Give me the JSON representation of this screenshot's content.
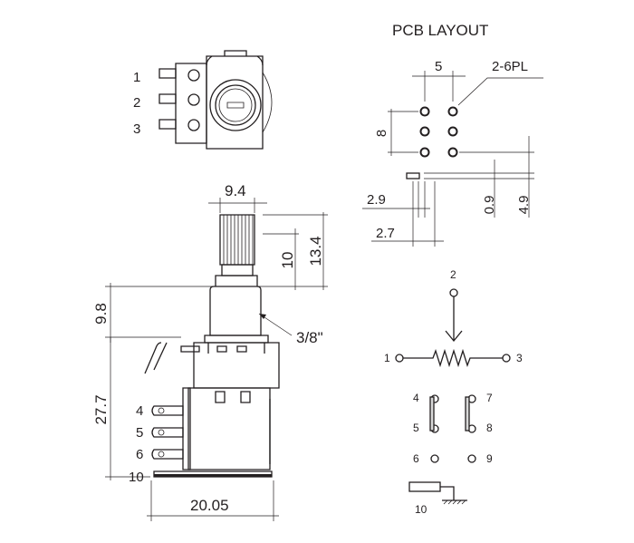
{
  "title": "PCB LAYOUT",
  "labels": {
    "pcb_pitch": "5",
    "pcb_holes": "2-6PL",
    "pcb_row": "8",
    "pcb_29": "2.9",
    "pcb_27": "2.7",
    "pcb_09": "0.9",
    "pcb_49": "4.9",
    "shaft_width": "9.4",
    "shaft_10": "10",
    "shaft_134": "13.4",
    "bushing_98": "9.8",
    "thread": "3/8\"",
    "body_277": "27.7",
    "body_width": "20.05"
  },
  "front_pins": [
    "1",
    "2",
    "3"
  ],
  "side_pins": [
    "4",
    "5",
    "6",
    "10"
  ],
  "schematic": {
    "pot": [
      "1",
      "2",
      "3"
    ],
    "switch": [
      "4",
      "5",
      "6",
      "7",
      "8",
      "9"
    ],
    "ground": "10"
  }
}
